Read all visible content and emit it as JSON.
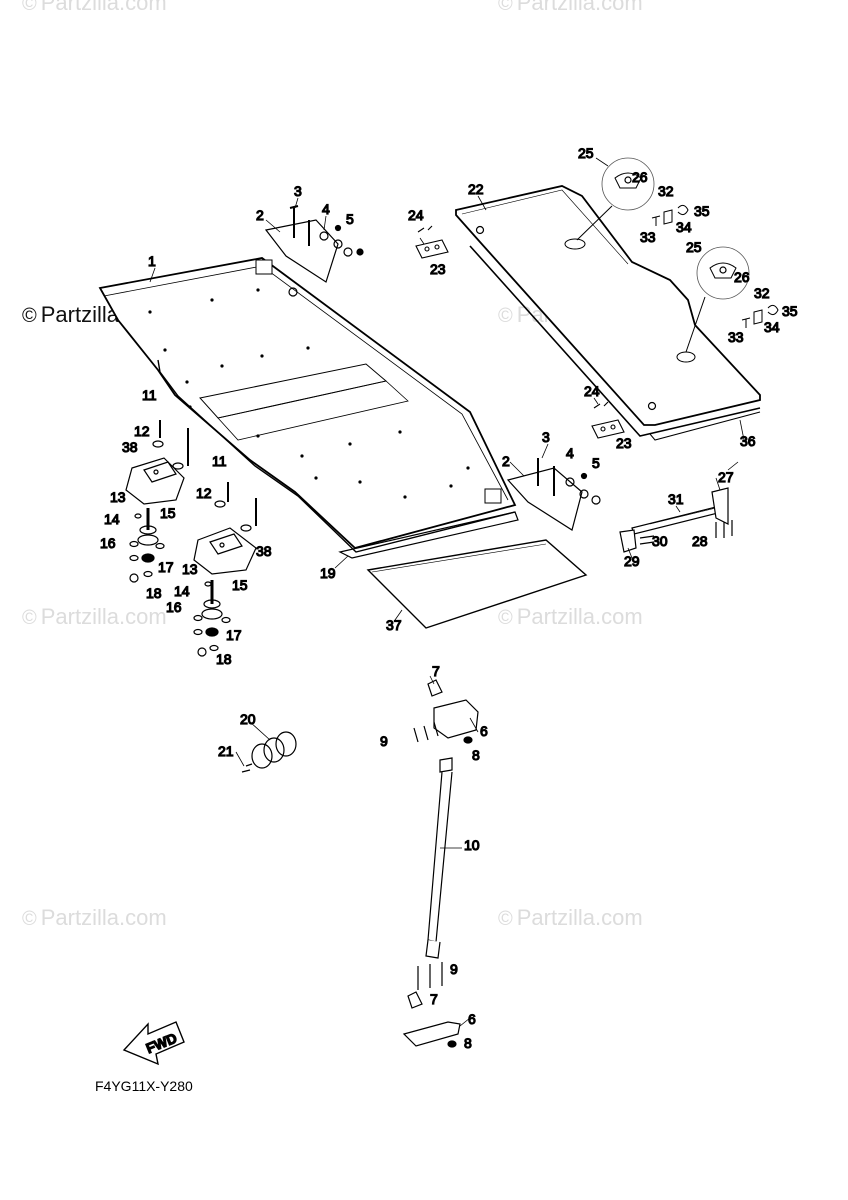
{
  "watermark": "Partzilla.com",
  "reference_code": "F4YG11X-Y280",
  "fwd_label": "FWD",
  "callouts": {
    "c1": "1",
    "c2a": "2",
    "c2b": "2",
    "c3a": "3",
    "c3b": "3",
    "c4a": "4",
    "c4b": "4",
    "c5a": "5",
    "c5b": "5",
    "c6a": "6",
    "c6b": "6",
    "c7a": "7",
    "c7b": "7",
    "c8a": "8",
    "c8b": "8",
    "c9a": "9",
    "c9b": "9",
    "c10": "10",
    "c11a": "11",
    "c11b": "11",
    "c12a": "12",
    "c12b": "12",
    "c13a": "13",
    "c13b": "13",
    "c14a": "14",
    "c14b": "14",
    "c15a": "15",
    "c15b": "15",
    "c16a": "16",
    "c16b": "16",
    "c17a": "17",
    "c17b": "17",
    "c18a": "18",
    "c18b": "18",
    "c19": "19",
    "c20": "20",
    "c21": "21",
    "c22": "22",
    "c23a": "23",
    "c23b": "23",
    "c24a": "24",
    "c24b": "24",
    "c25a": "25",
    "c25b": "25",
    "c26a": "26",
    "c26b": "26",
    "c27": "27",
    "c28": "28",
    "c29": "29",
    "c30": "30",
    "c31": "31",
    "c32a": "32",
    "c32b": "32",
    "c33a": "33",
    "c33b": "33",
    "c34a": "34",
    "c34b": "34",
    "c35a": "35",
    "c35b": "35",
    "c36": "36",
    "c37": "37",
    "c38a": "38",
    "c38b": "38"
  }
}
